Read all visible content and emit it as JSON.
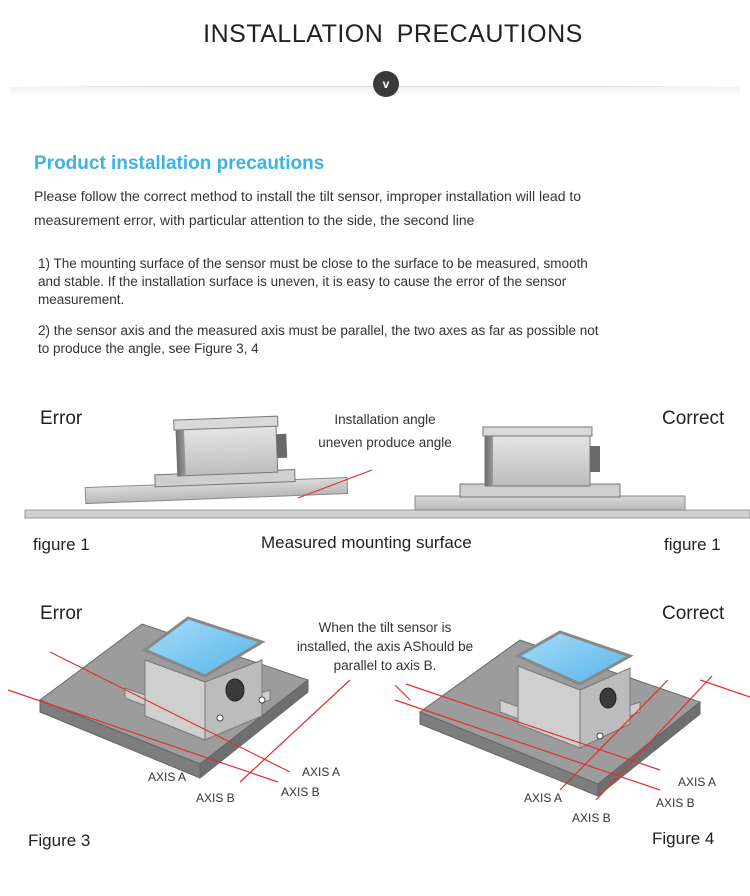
{
  "header": {
    "title": "INSTALLATION  PRECAUTIONS",
    "badge": "v"
  },
  "section": {
    "title": "Product installation precautions",
    "intro_line1": "Please follow the correct method to install the tilt sensor, improper installation will lead to",
    "intro_line2": "measurement error, with particular attention to the side, the second line"
  },
  "points": [
    {
      "line1": "1) The mounting surface of the sensor must be close to the surface to be measured, smooth",
      "line2": "and stable. If the installation surface is uneven, it is easy to cause the error of the sensor",
      "line3": "measurement."
    },
    {
      "line1": "2) the sensor axis and the measured axis must be parallel, the two axes as far as possible not",
      "line2": "to produce the angle, see Figure 3, 4"
    }
  ],
  "figure_top": {
    "error_label": "Error",
    "correct_label": "Correct",
    "annotation_line1": "Installation angle",
    "annotation_line2": "uneven produce angle",
    "left_figure_label": "figure 1",
    "right_figure_label": "figure 1",
    "surface_label": "Measured mounting surface"
  },
  "figure_bottom": {
    "error_label": "Error",
    "correct_label": "Correct",
    "caption_line1": "When the tilt sensor is",
    "caption_line2": "installed, the axis AShould be",
    "caption_line3": "parallel to axis B.",
    "left_axis_a_1": "AXIS A",
    "left_axis_a_2": "AXIS A",
    "left_axis_b_1": "AXIS B",
    "left_axis_b_2": "AXIS B",
    "right_axis_a_1": "AXIS A",
    "right_axis_a_2": "AXIS A",
    "right_axis_b_1": "AXIS B",
    "right_axis_b_2": "AXIS B",
    "left_figure_label": "Figure 3",
    "right_figure_label": "Figure 4"
  },
  "colors": {
    "accent": "#3db2e8",
    "axis_line": "#e03030",
    "sensor_top": "#7fc8f0",
    "plate": "#9a9a9a"
  }
}
